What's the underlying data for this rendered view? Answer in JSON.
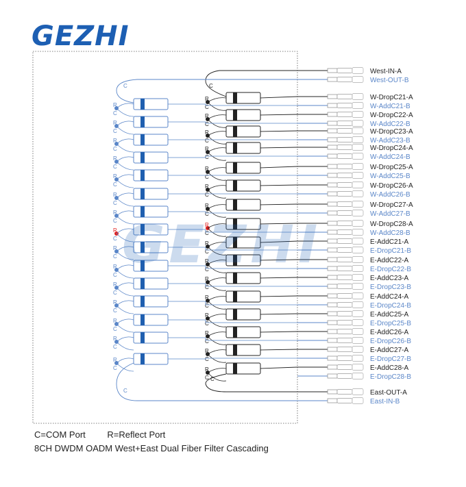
{
  "brand": {
    "logo_text": "GEZHI",
    "watermark_text": "GEZHI",
    "color": "#1d5fb3"
  },
  "colors": {
    "west_drop": "#222222",
    "add_port": "#5a86c8",
    "reflect_dot": "#e02020",
    "wire": "#1f5fb0",
    "body": "#222222"
  },
  "ports": [
    {
      "label": "West-IN-A",
      "tone": "dark"
    },
    {
      "label": "West-OUT-B",
      "tone": "blue"
    },
    {
      "label": "W-DropC21-A",
      "tone": "dark"
    },
    {
      "label": "W-AddC21-B",
      "tone": "blue"
    },
    {
      "label": "W-DropC22-A",
      "tone": "dark"
    },
    {
      "label": "W-AddC22-B",
      "tone": "blue"
    },
    {
      "label": "W-DropC23-A",
      "tone": "dark"
    },
    {
      "label": "W-AddC23-B",
      "tone": "blue"
    },
    {
      "label": "W-DropC24-A",
      "tone": "dark"
    },
    {
      "label": "W-AddC24-B",
      "tone": "blue"
    },
    {
      "label": "W-DropC25-A",
      "tone": "dark"
    },
    {
      "label": "W-AddC25-B",
      "tone": "blue"
    },
    {
      "label": "W-DropC26-A",
      "tone": "dark"
    },
    {
      "label": "W-AddC26-B",
      "tone": "blue"
    },
    {
      "label": "W-DropC27-A",
      "tone": "dark"
    },
    {
      "label": "W-AddC27-B",
      "tone": "blue"
    },
    {
      "label": "W-DropC28-A",
      "tone": "dark"
    },
    {
      "label": "W-AddC28-B",
      "tone": "blue"
    },
    {
      "label": "E-AddC21-A",
      "tone": "dark"
    },
    {
      "label": "E-DropC21-B",
      "tone": "blue"
    },
    {
      "label": "E-AddC22-A",
      "tone": "dark"
    },
    {
      "label": "E-DropC22-B",
      "tone": "blue"
    },
    {
      "label": "E-AddC23-A",
      "tone": "dark"
    },
    {
      "label": "E-DropC23-B",
      "tone": "blue"
    },
    {
      "label": "E-AddC24-A",
      "tone": "dark"
    },
    {
      "label": "E-DropC24-B",
      "tone": "blue"
    },
    {
      "label": "E-AddC25-A",
      "tone": "dark"
    },
    {
      "label": "E-DropC25-B",
      "tone": "blue"
    },
    {
      "label": "E-AddC26-A",
      "tone": "dark"
    },
    {
      "label": "E-DropC26-B",
      "tone": "blue"
    },
    {
      "label": "E-AddC27-A",
      "tone": "dark"
    },
    {
      "label": "E-DropC27-B",
      "tone": "blue"
    },
    {
      "label": "E-AddC28-A",
      "tone": "dark"
    },
    {
      "label": "E-DropC28-B",
      "tone": "blue"
    },
    {
      "label": "East-OUT-A",
      "tone": "dark"
    },
    {
      "label": "East-IN-B",
      "tone": "blue"
    }
  ],
  "port_letters": {
    "com": "C",
    "reflect": "R"
  },
  "legend": {
    "com": "C=COM Port",
    "reflect": "R=Reflect Port"
  },
  "caption": "8CH DWDM OADM West+East Dual Fiber Filter Cascading"
}
